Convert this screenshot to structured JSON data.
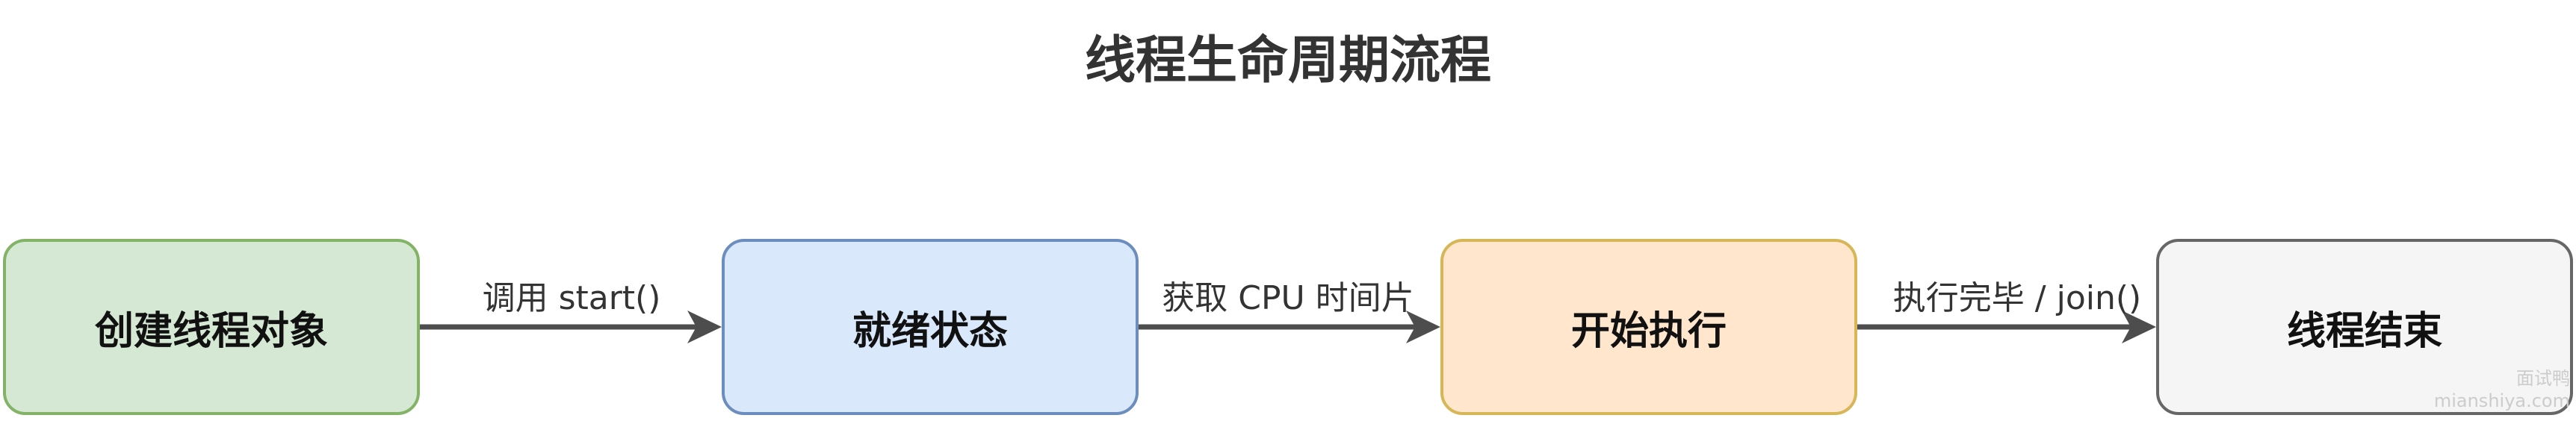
{
  "title": "线程生命周期流程",
  "nodes": [
    {
      "label": "创建线程对象",
      "fill": "#d5e8d4",
      "stroke": "#82b366"
    },
    {
      "label": "就绪状态",
      "fill": "#dae8fc",
      "stroke": "#6c8ebf"
    },
    {
      "label": "开始执行",
      "fill": "#ffe6cc",
      "stroke": "#d6b656"
    },
    {
      "label": "线程结束",
      "fill": "#f5f5f5",
      "stroke": "#666666"
    }
  ],
  "edges": [
    {
      "label": "调用 start()"
    },
    {
      "label": "获取 CPU 时间片"
    },
    {
      "label": "执行完毕 / join()"
    }
  ],
  "watermark": {
    "line1": "面试鸭",
    "line2": "mianshiya.com"
  },
  "colors": {
    "arrow": "#4d4d4d"
  }
}
